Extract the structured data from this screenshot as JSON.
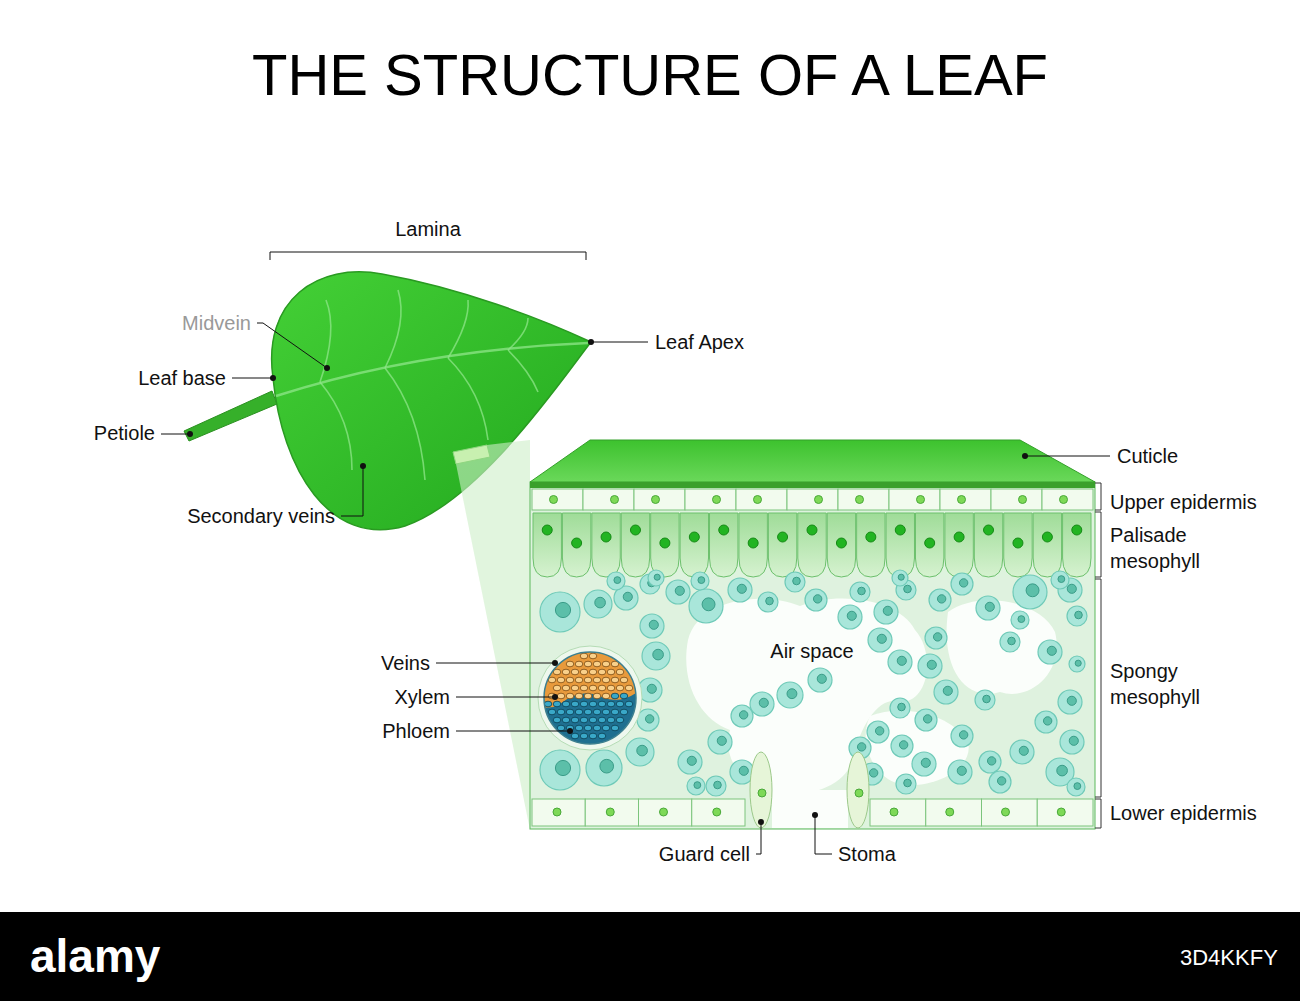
{
  "diagram": {
    "title": "THE STRUCTURE OF A LEAF",
    "labels": [
      "Lamina",
      "Midvein",
      "Leaf base",
      "Petiole",
      "Leaf Apex",
      "Secondary veins",
      "Cuticle",
      "Upper epidermis",
      "Palisade mesophyll",
      "Spongy mesophyll",
      "Air space",
      "Veins",
      "Xylem",
      "Phloem",
      "Lower epidermis",
      "Guard cell",
      "Stoma",
      "alamy",
      "3D4KKFY"
    ]
  }
}
